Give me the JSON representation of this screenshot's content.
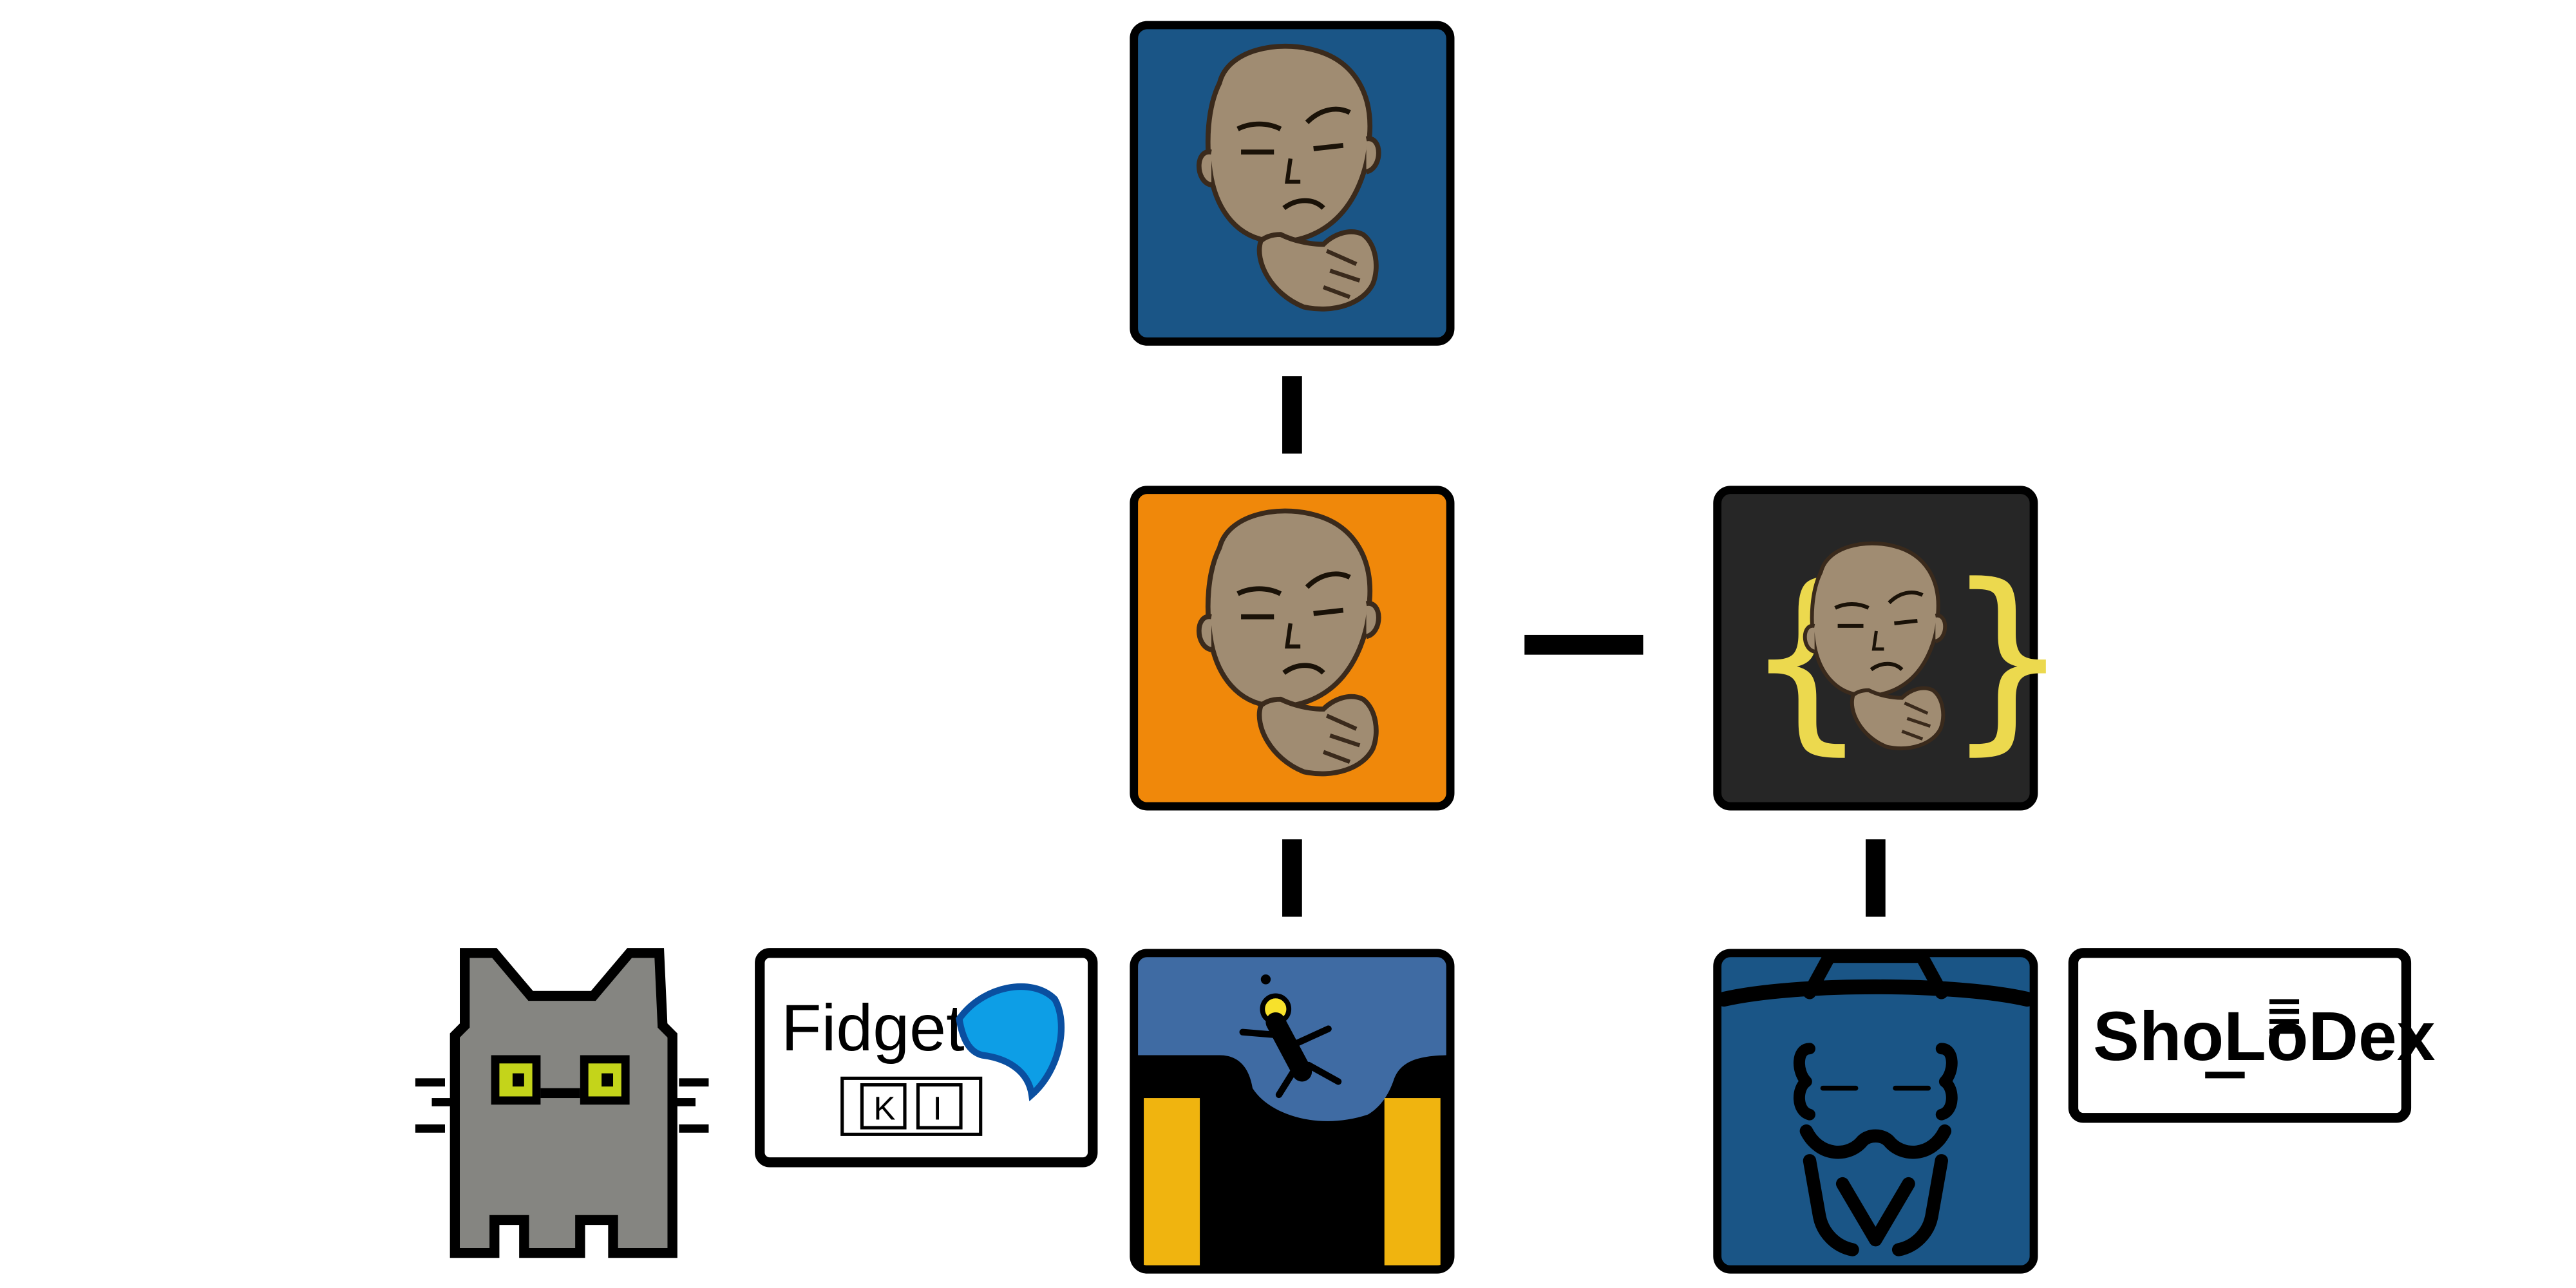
{
  "colors": {
    "blue": "#1a5586",
    "orange": "#f0880a",
    "dark": "#262626",
    "lightblue": "#3f6ba3",
    "gold": "#f0b40f",
    "skin": "#a08c72",
    "cat_gray": "#858581",
    "cat_eye": "#c4d41a",
    "brace_yellow": "#ecd94e",
    "fidget_blue": "#0d9ee6"
  },
  "nodes": {
    "top": {
      "icon": "thinking-face-blue"
    },
    "middle": {
      "icon": "thinking-face-orange"
    },
    "right": {
      "icon": "thinking-face-braces"
    },
    "cat": {
      "icon": "pixel-cat"
    },
    "fidget": {
      "title": "Fidget",
      "key_left": "K",
      "key_right": "I"
    },
    "diver": {
      "icon": "diver-in-pool"
    },
    "wizard": {
      "icon": "wizard-braces"
    },
    "sholodex": {
      "title": "ShoLoDex"
    }
  }
}
